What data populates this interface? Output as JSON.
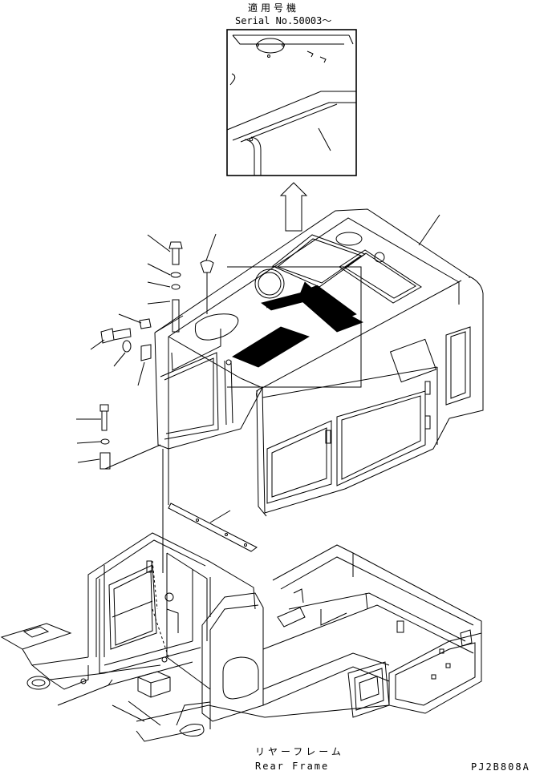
{
  "title": {
    "applicable_jp": "適用号機",
    "serial": "Serial No.50003～"
  },
  "frame_label": {
    "jp": "リヤーフレーム",
    "en": "Rear Frame"
  },
  "drawing_code": "PJ2B808A"
}
